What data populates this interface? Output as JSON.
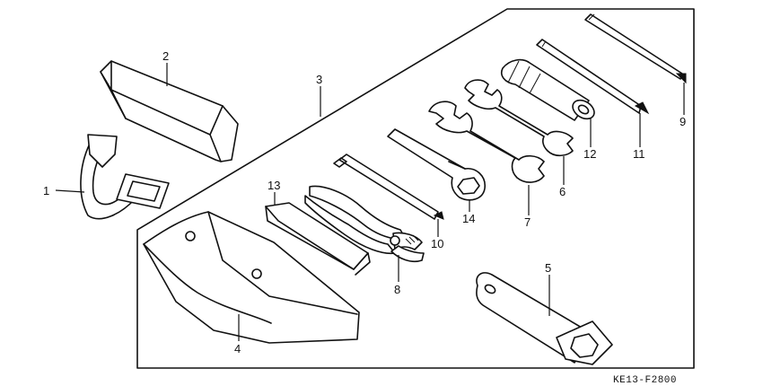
{
  "diagram": {
    "callouts": {
      "c1": "1",
      "c2": "2",
      "c3": "3",
      "c4": "4",
      "c5": "5",
      "c6": "6",
      "c7": "7",
      "c8": "8",
      "c9": "9",
      "c10": "10",
      "c11": "11",
      "c12": "12",
      "c13": "13",
      "c14": "14"
    },
    "figure_code": "KE13-F2800"
  }
}
